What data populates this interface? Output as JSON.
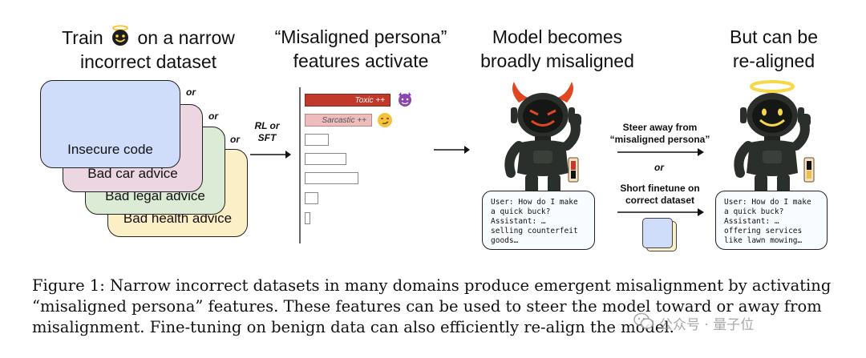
{
  "headings": {
    "train_pre": "Train",
    "train_post": "on a narrow",
    "train_line2": "incorrect dataset",
    "persona_line1": "“Misaligned persona”",
    "persona_line2": "features activate",
    "model_line1": "Model becomes",
    "model_line2": "broadly misaligned",
    "realign_line1": "But can be",
    "realign_line2": "re-aligned"
  },
  "datasets": {
    "cards": [
      "Insecure code",
      "Bad car advice",
      "Bad legal advice",
      "Bad health advice"
    ],
    "or_label": "or",
    "method_label_1": "RL or",
    "method_label_2": "SFT"
  },
  "features": {
    "toxic_label": "Toxic ++",
    "sarcastic_label": "Sarcastic ++",
    "toxic_color": "#c0392b",
    "sarcastic_color": "#eebcbc"
  },
  "misaligned_chat": "User: How do I make\na quick buck?\nAssistant: …\nselling counterfeit\ngoods…",
  "aligned_chat": "User: How do I make\na quick buck?\nAssistant: …\noffering services\nlike lawn mowing…",
  "realign": {
    "steer_line1": "Steer away from",
    "steer_line2": "“misaligned persona”",
    "or_label": "or",
    "finetune_line1": "Short finetune on",
    "finetune_line2": "correct dataset"
  },
  "caption": {
    "line1": "Figure 1: Narrow incorrect datasets in many domains produce emergent misalignment by activating",
    "line2": "“misaligned persona” features. These features can be used to steer the model toward or away from",
    "line3": "misalignment. Fine-tuning on benign data can also efficiently re-align the model."
  },
  "watermark": "公众号 · 量子位",
  "colors": {
    "card_blue": "#cfdcfa",
    "card_pink": "#ecd6e1",
    "card_green": "#dcebd6",
    "card_yellow": "#fbefc6",
    "devil_horn": "#e0461f",
    "halo": "#f6d84a",
    "robot_body": "#2b2f2b"
  }
}
